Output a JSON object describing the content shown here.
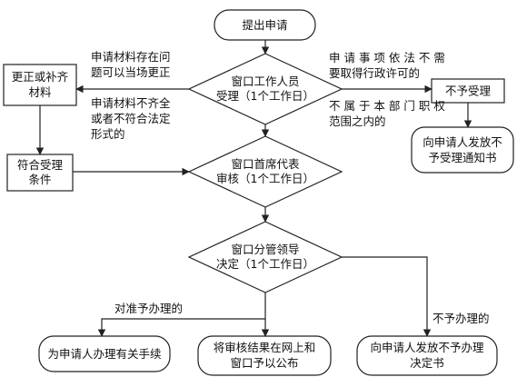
{
  "nodes": {
    "start": "提出申请",
    "accept": [
      "窗口工作人员",
      "受理（1个工作日）"
    ],
    "review": [
      "窗口首席代表",
      "审核（1个工作日）"
    ],
    "decide": [
      "窗口分管领导",
      "决定（1个工作日）"
    ],
    "correct": [
      "更正或补齐",
      "材料"
    ],
    "meet": [
      "符合受理",
      "条件"
    ],
    "reject": "不予受理",
    "reject_notice": [
      "向申请人发放不",
      "予受理通知书"
    ],
    "handle": "为申请人办理有关手续",
    "publish": [
      "将审核结果在网上和",
      "窗口予以公布"
    ],
    "deny_decision": [
      "向申请人发放不予办理",
      "决定书"
    ]
  },
  "edge_labels": {
    "fix_onsite": [
      "申请材料存在问",
      "题可以当场更正"
    ],
    "incomplete": [
      "申请材料不齐全",
      "或者不符合法定",
      "形式的"
    ],
    "no_permit": [
      "申 请 事 项 依 法 不 需",
      "要取得行政许可的"
    ],
    "out_of_scope": [
      "不 属 于 本 部 门 职 权",
      "范围之内的"
    ],
    "approve": "对准予办理的",
    "deny": "不予办理的"
  }
}
